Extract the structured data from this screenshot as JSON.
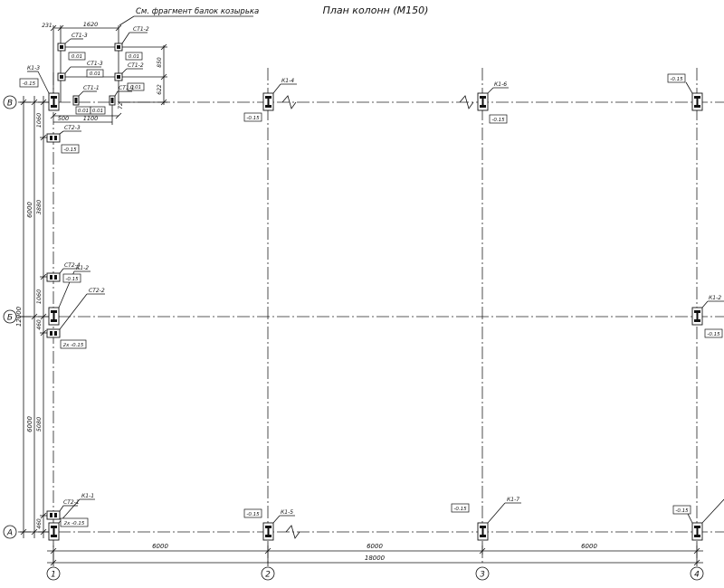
{
  "title": "План колонн (М150)",
  "reference_note": "См. фрагмент балок козырька",
  "grid_axes": {
    "columns": [
      "1",
      "2",
      "3",
      "4"
    ],
    "rows": [
      "А",
      "Б",
      "В"
    ]
  },
  "dimensions": {
    "spans_bottom": [
      "6000",
      "6000",
      "6000"
    ],
    "total_bottom": "18000",
    "left_outer": [
      "6000",
      "6000"
    ],
    "left_total": "12000",
    "left_inner": [
      "460",
      "5080",
      "460",
      "1060",
      "3880",
      "1060"
    ],
    "top_small": [
      "231",
      "1620",
      "850",
      "622",
      "72",
      "500",
      "1100"
    ]
  },
  "marks": {
    "column": [
      "К1-1",
      "К1-2",
      "К1-3",
      "К1-4",
      "К1-5",
      "К1-6",
      "К1-7",
      "К1-2"
    ],
    "posts": [
      "СТ1-3",
      "СТ1-2",
      "СТ1-3",
      "СТ1-2",
      "СТ1-1",
      "СТ1-1",
      "СТ2-3",
      "СТ2-4",
      "СТ2-2",
      "СТ2-1"
    ]
  },
  "elevations": {
    "standard": "-0.15",
    "double": "2х -0.15",
    "small": "0.01"
  }
}
